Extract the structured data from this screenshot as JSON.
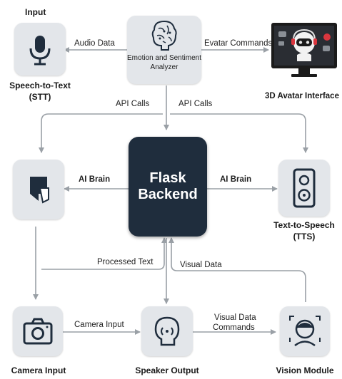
{
  "header": {
    "title": "Input"
  },
  "nodes": {
    "stt": {
      "label_line1": "Speech-to-Text",
      "label_line2": "(STT)"
    },
    "analyzer": {
      "line1": "Emotion and Sentiment",
      "line2": "Analyzer"
    },
    "avatar": {
      "label": "3D Avatar Interface"
    },
    "brain": {},
    "backend": {
      "line1": "Flask",
      "line2": "Backend"
    },
    "tts": {
      "label_line1": "Text-to-Speech",
      "label_line2": "(TTS)"
    },
    "camera": {
      "label": "Camera Input"
    },
    "speaker": {
      "label": "Speaker Output"
    },
    "vision": {
      "label": "Vision Module"
    }
  },
  "edges": {
    "audio_data": "Audio Data",
    "evatar_commands": "Evatar Commands",
    "api_calls_left": "API Calls",
    "api_calls_right": "API Calls",
    "ai_brain_left": "AI Brain",
    "ai_brain_right": "AI Brain",
    "processed_text": "Processed Text",
    "visual_data": "Visual Data",
    "camera_input": "Camera Input",
    "visual_data_commands_1": "Visual Data",
    "visual_data_commands_2": "Commands"
  },
  "icons": [
    "microphone-icon",
    "brain-icon",
    "robot-icon",
    "brain-app-icon",
    "speaker-icon",
    "camera-icon",
    "head-voice-icon",
    "face-scan-icon"
  ],
  "colors": {
    "backend": "#1f2d3d",
    "node": "#e3e6ea",
    "wire": "#9aa0a6",
    "monitor": "#1b1b1b",
    "accent": "#d9363e"
  }
}
